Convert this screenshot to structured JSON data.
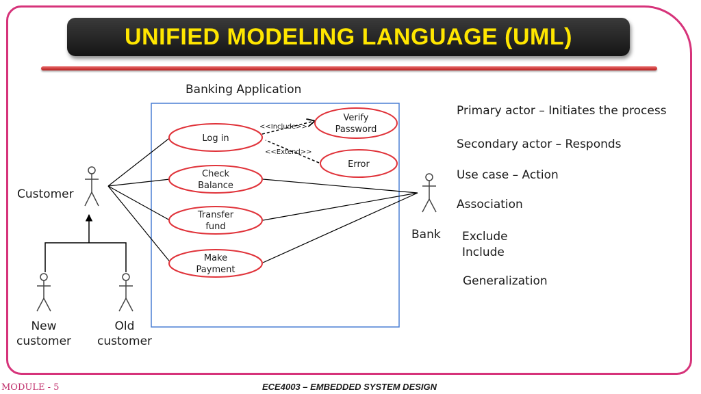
{
  "title": "UNIFIED MODELING LANGUAGE (UML)",
  "system_label": "Banking Application",
  "actors": {
    "customer": "Customer",
    "bank": "Bank",
    "new_customer": [
      "New",
      "customer"
    ],
    "old_customer": [
      "Old",
      "customer"
    ]
  },
  "use_cases": {
    "login": [
      "Log in"
    ],
    "check_balance": [
      "Check",
      "Balance"
    ],
    "transfer_fund": [
      "Transfer",
      "fund"
    ],
    "make_payment": [
      "Make",
      "Payment"
    ],
    "verify_password": [
      "Verify",
      "Password"
    ],
    "error": [
      "Error"
    ]
  },
  "relations": {
    "include": "<<Include>>",
    "extend": "<<Extend>>"
  },
  "legend": {
    "primary": "Primary actor – Initiates the process",
    "secondary": "Secondary actor – Responds",
    "use_case": "Use case – Action",
    "association": "Association",
    "exclude": "Exclude",
    "include": "Include",
    "generalization": "Generalization"
  },
  "footer": {
    "module": "MODULE - 5",
    "course": "ECE4003 – EMBEDDED SYSTEM DESIGN"
  },
  "colors": {
    "frame": "#d6337a",
    "title_text": "#ffe600",
    "use_case_border": "#e0333a",
    "system_border": "#4a7fd4"
  }
}
